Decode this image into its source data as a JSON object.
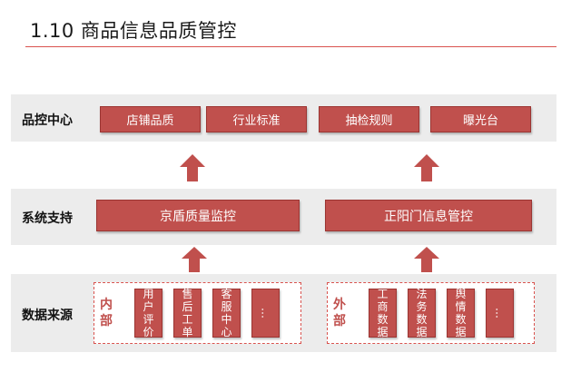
{
  "title": "1.10 商品信息品质管控",
  "colors": {
    "accent": "#c0504d",
    "band": "#ececec",
    "rule": "#d9534f"
  },
  "rows": {
    "quality": {
      "label": "品控中心",
      "items": [
        "店铺品质",
        "行业标准",
        "抽检规则",
        "曝光台"
      ]
    },
    "system": {
      "label": "系统支持",
      "items": [
        "京盾质量监控",
        "正阳门信息管控"
      ]
    },
    "source": {
      "label": "数据来源",
      "internal": {
        "heading": "内部",
        "items": [
          "用户评价",
          "售后工单",
          "客服中心",
          "…"
        ]
      },
      "external": {
        "heading": "外部",
        "items": [
          "工商数据",
          "法务数据",
          "舆情数据",
          "…"
        ]
      }
    }
  }
}
